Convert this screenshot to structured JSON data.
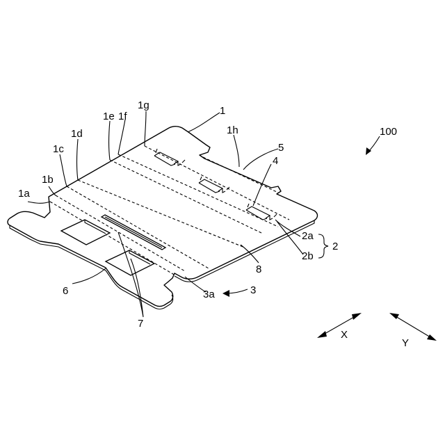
{
  "figure": {
    "reference_numeral": "100",
    "labels": {
      "l1": "1",
      "l1a": "1a",
      "l1b": "1b",
      "l1c": "1c",
      "l1d": "1d",
      "l1e": "1e",
      "l1f": "1f",
      "l1g": "1g",
      "l1h": "1h",
      "l2": "2",
      "l2a": "2a",
      "l2b": "2b",
      "l3": "3",
      "l3a": "3a",
      "l4": "4",
      "l5": "5",
      "l6": "6",
      "l7": "7",
      "l8": "8"
    },
    "axes": {
      "x": "X",
      "y": "Y"
    }
  }
}
